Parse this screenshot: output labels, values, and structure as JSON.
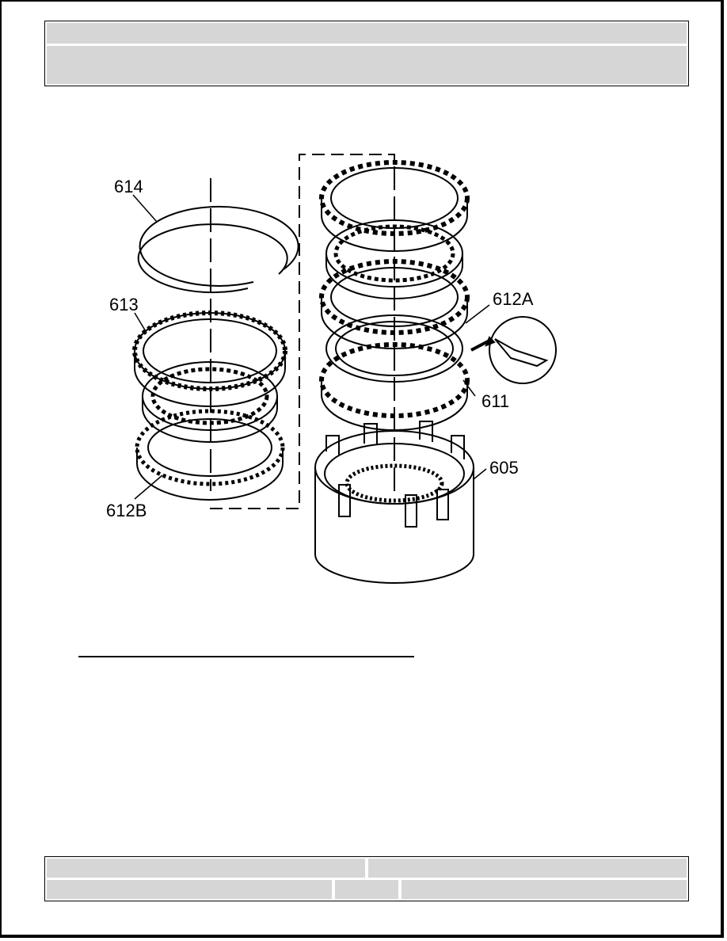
{
  "header": {
    "title": "",
    "subtitle": ""
  },
  "figure": {
    "callouts": [
      "614",
      "613",
      "612B",
      "612A",
      "611",
      "605"
    ]
  },
  "footer": {
    "left_top": "",
    "right_top": "",
    "left_bottom": "",
    "mid_bottom": "",
    "right_bottom": ""
  }
}
